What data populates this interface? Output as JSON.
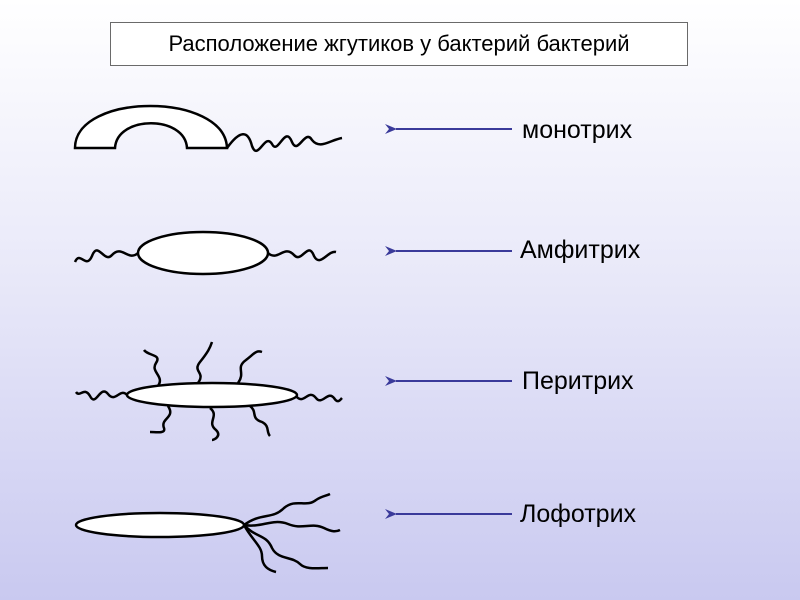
{
  "title": "Расположение жгутиков у бактерий бактерий",
  "rows": [
    {
      "label": "монотрих"
    },
    {
      "label": "Амфитрих"
    },
    {
      "label": "Перитрих"
    },
    {
      "label": "Лофотрих"
    }
  ],
  "colors": {
    "arrow": "#3a3a9a",
    "outline": "#000000",
    "cell_fill": "#ffffff"
  }
}
